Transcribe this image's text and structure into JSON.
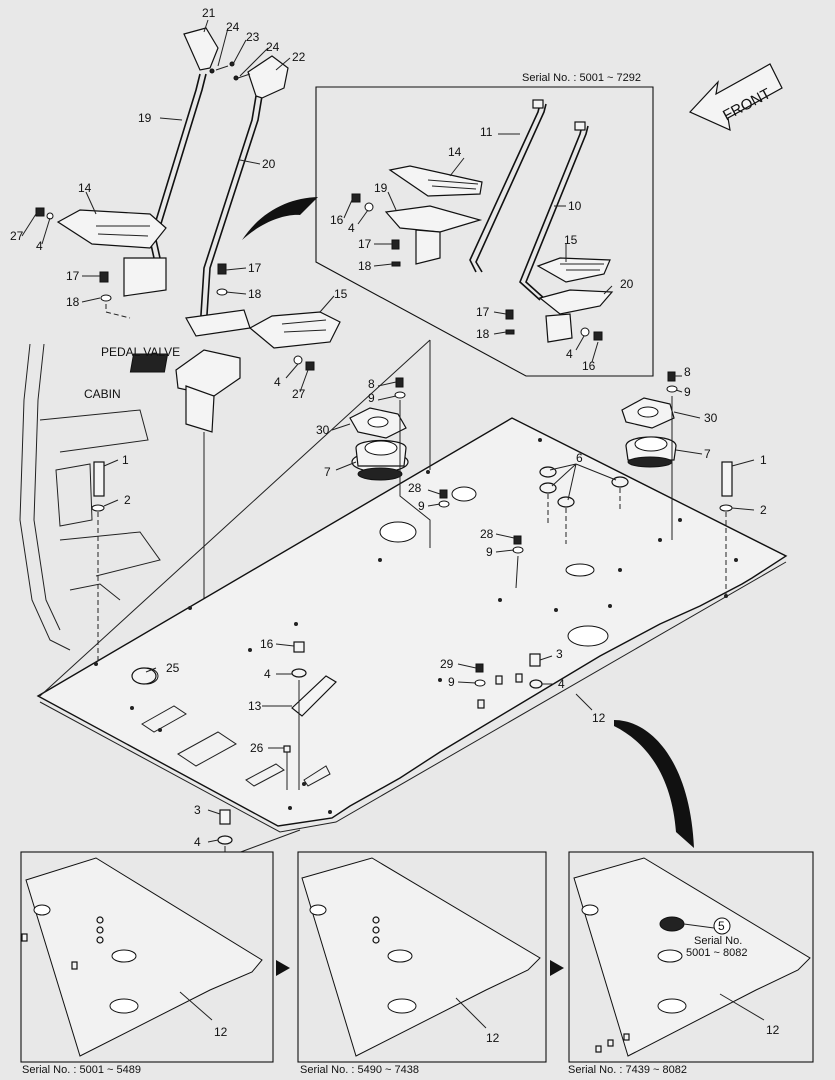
{
  "labels": {
    "serial_top": "Serial No. : 5001 ~ 7292",
    "front": "FRONT",
    "pedal_valve": "PEDAL VALVE",
    "cabin": "CABIN",
    "serial_a": "Serial No. : 5001 ~ 5489",
    "serial_b": "Serial No. : 5490 ~ 7438",
    "serial_c": "Serial No. : 7439 ~ 8082",
    "inset_c_serial_1": "Serial No.",
    "inset_c_serial_2": "5001 ~ 8082"
  },
  "part_numbers": {
    "p21": "21",
    "p24a": "24",
    "p23": "23",
    "p24b": "24",
    "p22": "22",
    "p19": "19",
    "p20": "20",
    "p14": "14",
    "p27a": "27",
    "p4a": "4",
    "p17a": "17",
    "p18a": "18",
    "p17b": "17",
    "p18b": "18",
    "p15": "15",
    "p4b": "4",
    "p27b": "27",
    "i14": "14",
    "i11": "11",
    "i10": "10",
    "i19": "19",
    "i16a": "16",
    "i4a": "4",
    "i17a": "17",
    "i18a": "18",
    "i15": "15",
    "i20": "20",
    "i17b": "17",
    "i18b": "18",
    "i4b": "4",
    "i16b": "16",
    "m8a": "8",
    "m9a": "9",
    "m30a": "30",
    "m7a": "7",
    "m8b": "8",
    "m9b": "9",
    "m30b": "30",
    "m7b": "7",
    "m1a": "1",
    "m2a": "2",
    "m1b": "1",
    "m2b": "2",
    "m6": "6",
    "m28a": "28",
    "m9c": "9",
    "m28b": "28",
    "m9d": "9",
    "m25": "25",
    "m16": "16",
    "m4c": "4",
    "m13": "13",
    "m26": "26",
    "m29": "29",
    "m9e": "9",
    "m3a": "3",
    "m4d": "4",
    "m12": "12",
    "m3b": "3",
    "m4e": "4",
    "a12": "12",
    "b12": "12",
    "c12": "12",
    "c5": "5"
  }
}
